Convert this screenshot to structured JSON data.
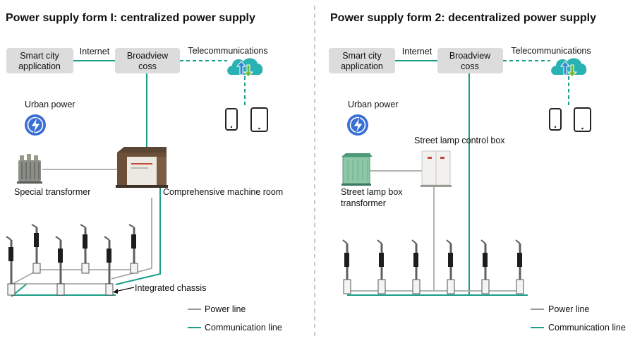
{
  "colors": {
    "communication": "#1a9e88",
    "power": "#9a9a9a",
    "box_fill": "#dcdcdc",
    "cloud": "#2ab1b3",
    "bolt_blue": "#3a6fd6",
    "arrow_blue": "#2c86d6",
    "arrow_green": "#6ab82d"
  },
  "left": {
    "title": "Power supply form I: centralized power supply",
    "smart_city": {
      "line1": "Smart city",
      "line2": "application"
    },
    "internet": "Internet",
    "broadview": {
      "line1": "Broadview",
      "line2": "coss"
    },
    "telecom": "Telecommunications",
    "urban_power": "Urban power",
    "special_transformer": "Special transformer",
    "machine_room": "Comprehensive machine room",
    "integrated_chassis": "Integrated chassis"
  },
  "right": {
    "title": "Power supply form 2: decentralized power supply",
    "smart_city": {
      "line1": "Smart city",
      "line2": "application"
    },
    "internet": "Internet",
    "broadview": {
      "line1": "Broadview",
      "line2": "coss"
    },
    "telecom": "Telecommunications",
    "urban_power": "Urban power",
    "control_box": "Street lamp control box",
    "box_transformer": {
      "line1": "Street lamp box",
      "line2": "transformer"
    }
  },
  "legend": {
    "power": "Power line",
    "communication": "Communication line"
  }
}
